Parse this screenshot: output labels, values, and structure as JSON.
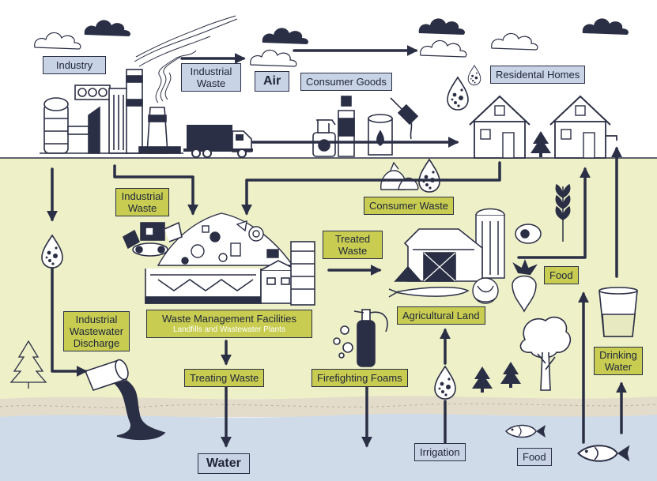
{
  "labels": {
    "industry": "Industry",
    "industrial_waste_top_line1": "Industrial",
    "industrial_waste_top_line2": "Waste",
    "air": "Air",
    "consumer_goods": "Consumer Goods",
    "residential_homes": "Residental Homes",
    "industrial_waste_mid_line1": "Industrial",
    "industrial_waste_mid_line2": "Waste",
    "consumer_waste": "Consumer Waste",
    "treated_waste_line1": "Treated",
    "treated_waste_line2": "Waste",
    "food_land": "Food",
    "industrial_wastewater_line1": "Industrial",
    "industrial_wastewater_line2": "Wastewater",
    "industrial_wastewater_line3": "Discharge",
    "waste_management_title": "Waste Management Facilities",
    "waste_management_subtitle": "Landfills and Wastewater Plants",
    "agricultural_land": "Agricultural Land",
    "treating_waste": "Treating Waste",
    "firefighting_foams": "Firefighting Foams",
    "drinking_water_line1": "Drinking",
    "drinking_water_line2": "Water",
    "water": "Water",
    "irrigation": "Irrigation",
    "food_water": "Food"
  },
  "colors": {
    "land": "#eef0c8",
    "label_green": "#c8cd52",
    "label_blue": "#c8d4e6",
    "water": "#cfdbe8",
    "shore": "#e3dccb",
    "ink": "#2b2f45"
  },
  "icons": [
    "cloud-icon",
    "factory-icon",
    "smoke-icon",
    "truck-icon",
    "spray-bottle-icon",
    "bottle-icon",
    "paint-can-icon",
    "paint-brush-icon",
    "droplet-icon",
    "house-icon",
    "pine-tree-icon",
    "trash-bag-icon",
    "landfill-icon",
    "bulldozer-icon",
    "treatment-plant-icon",
    "barn-icon",
    "silo-icon",
    "wheat-icon",
    "steak-icon",
    "carrot-icon",
    "beet-icon",
    "cabbage-icon",
    "fire-extinguisher-icon",
    "deciduous-tree-icon",
    "drinking-glass-icon",
    "drain-pipe-icon",
    "fish-icon",
    "faucet-icon"
  ]
}
